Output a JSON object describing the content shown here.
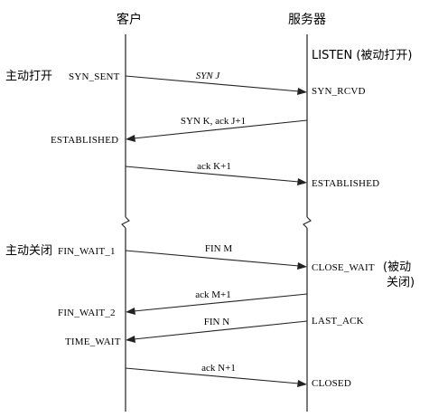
{
  "participants": {
    "client": "客户",
    "server": "服务器"
  },
  "annotations": {
    "server_passive_open": "LISTEN (被动打开)",
    "client_active_open": "主动打开",
    "client_active_close": "主动关闭",
    "server_passive_close_line1": "(被动",
    "server_passive_close_line2": "关闭)"
  },
  "client_states": {
    "syn_sent": "SYN_SENT",
    "established": "ESTABLISHED",
    "fin_wait_1": "FIN_WAIT_1",
    "fin_wait_2": "FIN_WAIT_2",
    "time_wait": "TIME_WAIT"
  },
  "server_states": {
    "syn_rcvd": "SYN_RCVD",
    "established": "ESTABLISHED",
    "close_wait": "CLOSE_WAIT",
    "last_ack": "LAST_ACK",
    "closed": "CLOSED"
  },
  "messages": [
    {
      "id": "syn-j",
      "label": "SYN J",
      "direction": "client-to-server"
    },
    {
      "id": "syn-k-ack",
      "label": "SYN K, ack J+1",
      "direction": "server-to-client"
    },
    {
      "id": "ack-k",
      "label": "ack K+1",
      "direction": "client-to-server"
    },
    {
      "id": "fin-m",
      "label": "FIN M",
      "direction": "client-to-server"
    },
    {
      "id": "ack-m",
      "label": "ack M+1",
      "direction": "server-to-client"
    },
    {
      "id": "fin-n",
      "label": "FIN N",
      "direction": "server-to-client"
    },
    {
      "id": "ack-n",
      "label": "ack N+1",
      "direction": "client-to-server"
    }
  ]
}
